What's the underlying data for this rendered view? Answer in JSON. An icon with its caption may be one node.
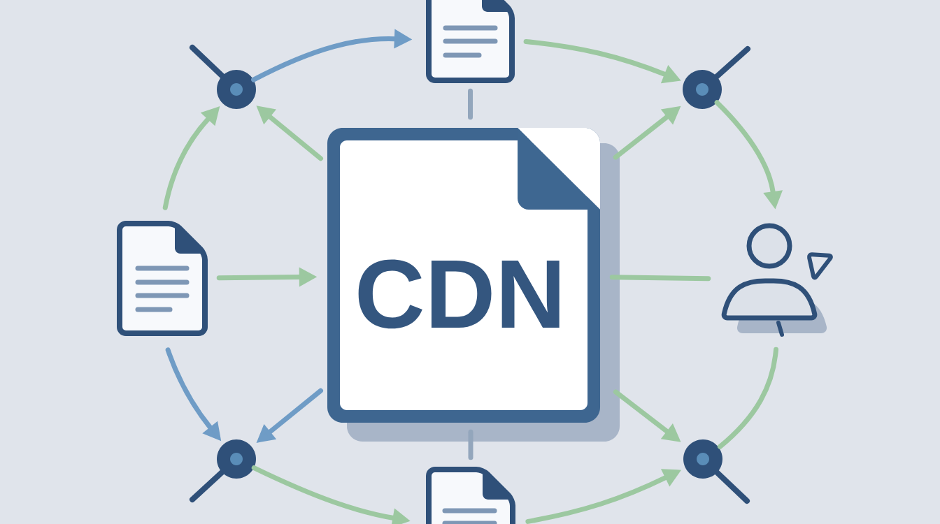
{
  "diagram": {
    "nodes": [
      {
        "text": [],
        "shape": "document"
      },
      {
        "text": [],
        "shape": "circle"
      },
      {
        "text": [],
        "shape": "circle"
      },
      {
        "text": [],
        "shape": "document"
      },
      {
        "text": [
          "CDN"
        ]
      },
      {
        "text": [],
        "shape": "person"
      },
      {
        "text": [],
        "shape": "circle"
      },
      {
        "text": [],
        "shape": "circle"
      },
      {
        "text": [],
        "shape": "document"
      }
    ],
    "edges": [
      {
        "from": 1,
        "to": 0,
        "arrow": "to",
        "color": "#6f9cc6"
      },
      {
        "from": 0,
        "to": 2,
        "arrow": "to"
      },
      {
        "from": 0,
        "to": 4,
        "arrow": "none",
        "color": "#93a6bc"
      },
      {
        "from": 4,
        "to": 1,
        "arrow": "to"
      },
      {
        "from": 4,
        "to": 2,
        "arrow": "to"
      },
      {
        "from": 3,
        "to": 1,
        "arrow": "to"
      },
      {
        "from": 3,
        "to": 4,
        "arrow": "to"
      },
      {
        "from": 4,
        "to": 5,
        "arrow": "none"
      },
      {
        "from": 2,
        "to": 5,
        "arrow": "to"
      },
      {
        "from": 3,
        "to": 6,
        "arrow": "to",
        "color": "#6f9cc6"
      },
      {
        "from": 4,
        "to": 6,
        "arrow": "to",
        "color": "#6f9cc6"
      },
      {
        "from": 4,
        "to": 7,
        "arrow": "to"
      },
      {
        "from": 5,
        "to": 7,
        "arrow": "none"
      },
      {
        "from": 6,
        "to": 8,
        "arrow": "to"
      },
      {
        "from": 4,
        "to": 8,
        "arrow": "none",
        "color": "#93a6bc"
      },
      {
        "from": 8,
        "to": 7,
        "arrow": "to"
      }
    ]
  }
}
